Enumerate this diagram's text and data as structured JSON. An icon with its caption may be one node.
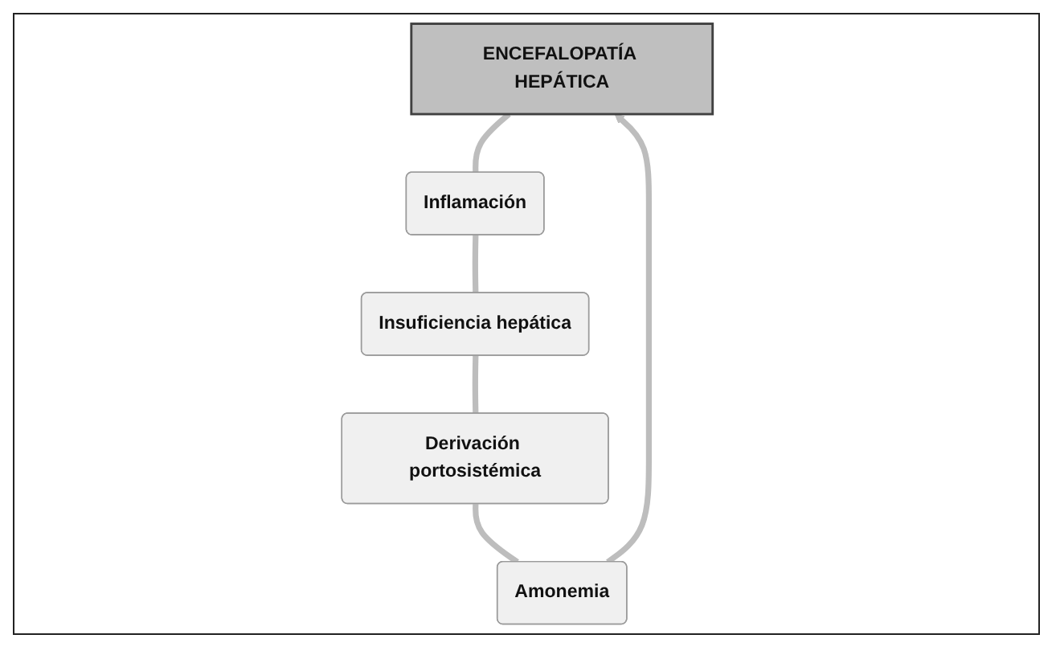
{
  "diagram": {
    "nodes": [
      {
        "text": [
          "ENCEFALOPATÍA HEPÁTICA"
        ]
      },
      {
        "text": [
          "Amonemia"
        ]
      },
      {
        "text": [
          "Inflamación"
        ]
      },
      {
        "text": [
          "Derivación portosistémica"
        ]
      },
      {
        "text": [
          "Insuficiencia hepática"
        ]
      }
    ],
    "edges": [
      {
        "from": 0,
        "to": 2,
        "arrow": "none"
      },
      {
        "from": 2,
        "to": 4,
        "arrow": "none"
      },
      {
        "from": 4,
        "to": 3,
        "arrow": "none"
      },
      {
        "from": 3,
        "to": 1,
        "arrow": "none"
      },
      {
        "from": 1,
        "to": 0,
        "arrow": "to"
      }
    ]
  }
}
